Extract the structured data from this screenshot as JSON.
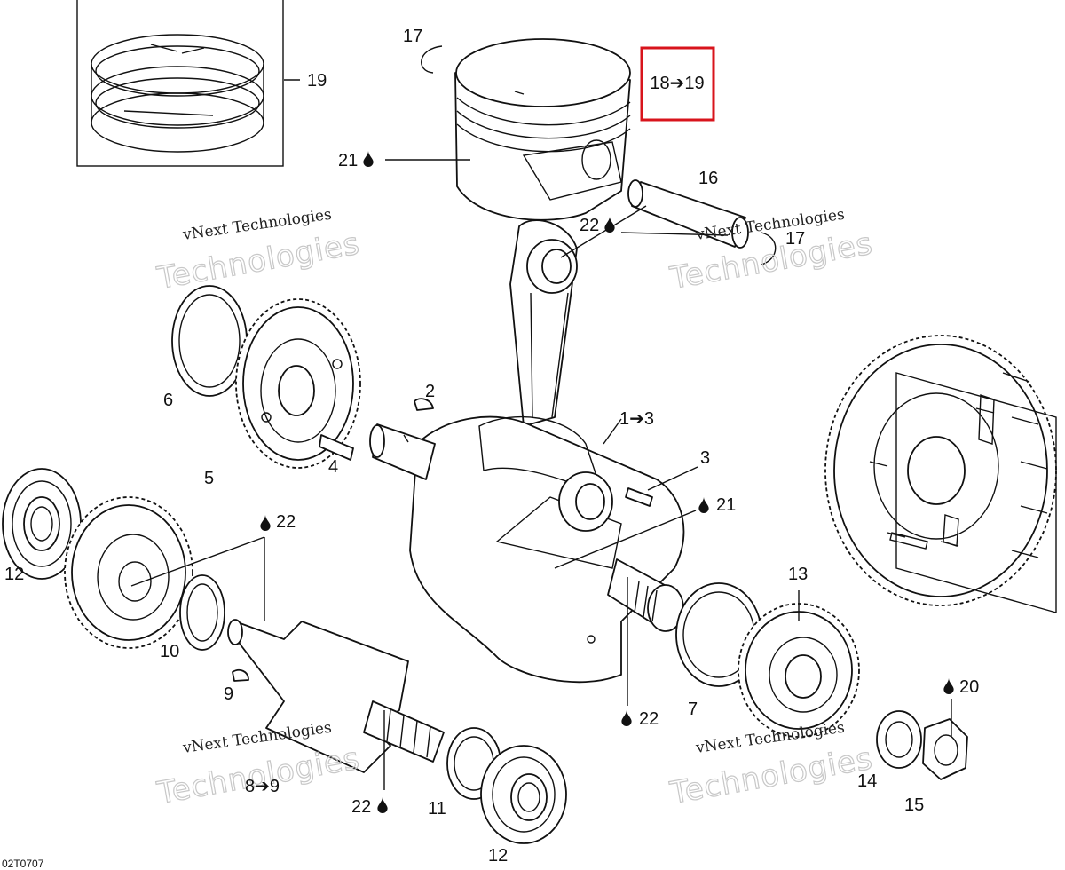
{
  "diagram_ref": "02T0707",
  "highlight_box": {
    "text": "18➔19",
    "color": "#d8141c"
  },
  "watermarks": [
    {
      "line1": "vNext Technologies",
      "line2": "Technologies"
    },
    {
      "line1": "vNext Technologies",
      "line2": "Technologies"
    },
    {
      "line1": "vNext Technologies",
      "line2": "Technologies"
    },
    {
      "line1": "vNext Technologies",
      "line2": "Technologies"
    }
  ],
  "callouts": {
    "c1_3": "1➔3",
    "c2": "2",
    "c3": "3",
    "c4": "4",
    "c5": "5",
    "c6": "6",
    "c7": "7",
    "c8_9": "8➔9",
    "c9": "9",
    "c10": "10",
    "c11": "11",
    "c12a": "12",
    "c12b": "12",
    "c13": "13",
    "c14": "14",
    "c15": "15",
    "c16": "16",
    "c17a": "17",
    "c17b": "17",
    "c19": "19",
    "c20": "20",
    "c21a": "21",
    "c21b": "21",
    "c22a": "22",
    "c22b": "22",
    "c22c": "22",
    "c22d": "22"
  },
  "icons": {
    "oil_drop": "oil-drop-icon"
  }
}
